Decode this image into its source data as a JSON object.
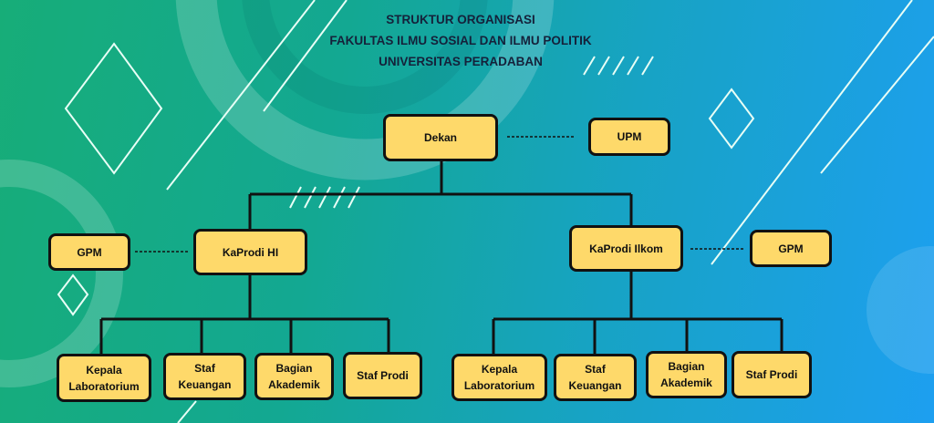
{
  "title": {
    "line1": "STRUKTUR ORGANISASI",
    "line2": "FAKULTAS ILMU SOSIAL DAN ILMU POLITIK",
    "line3": "UNIVERSITAS PERADABAN"
  },
  "nodes": {
    "dekan": "Dekan",
    "upm": "UPM",
    "kaprodi_hi": "KaProdi HI",
    "gpm_hi": "GPM",
    "kaprodi_ilkom": "KaProdi Ilkom",
    "gpm_ilkom": "GPM",
    "hi_children": [
      "Kepala Laboratorium",
      "Staf Keuangan",
      "Bagian Akademik",
      "Staf Prodi"
    ],
    "ilkom_children": [
      "Kepala Laboratorium",
      "Staf Keuangan",
      "Bagian Akademik",
      "Staf Prodi"
    ]
  },
  "colors": {
    "box": "#fed96a",
    "line": "#111111"
  }
}
